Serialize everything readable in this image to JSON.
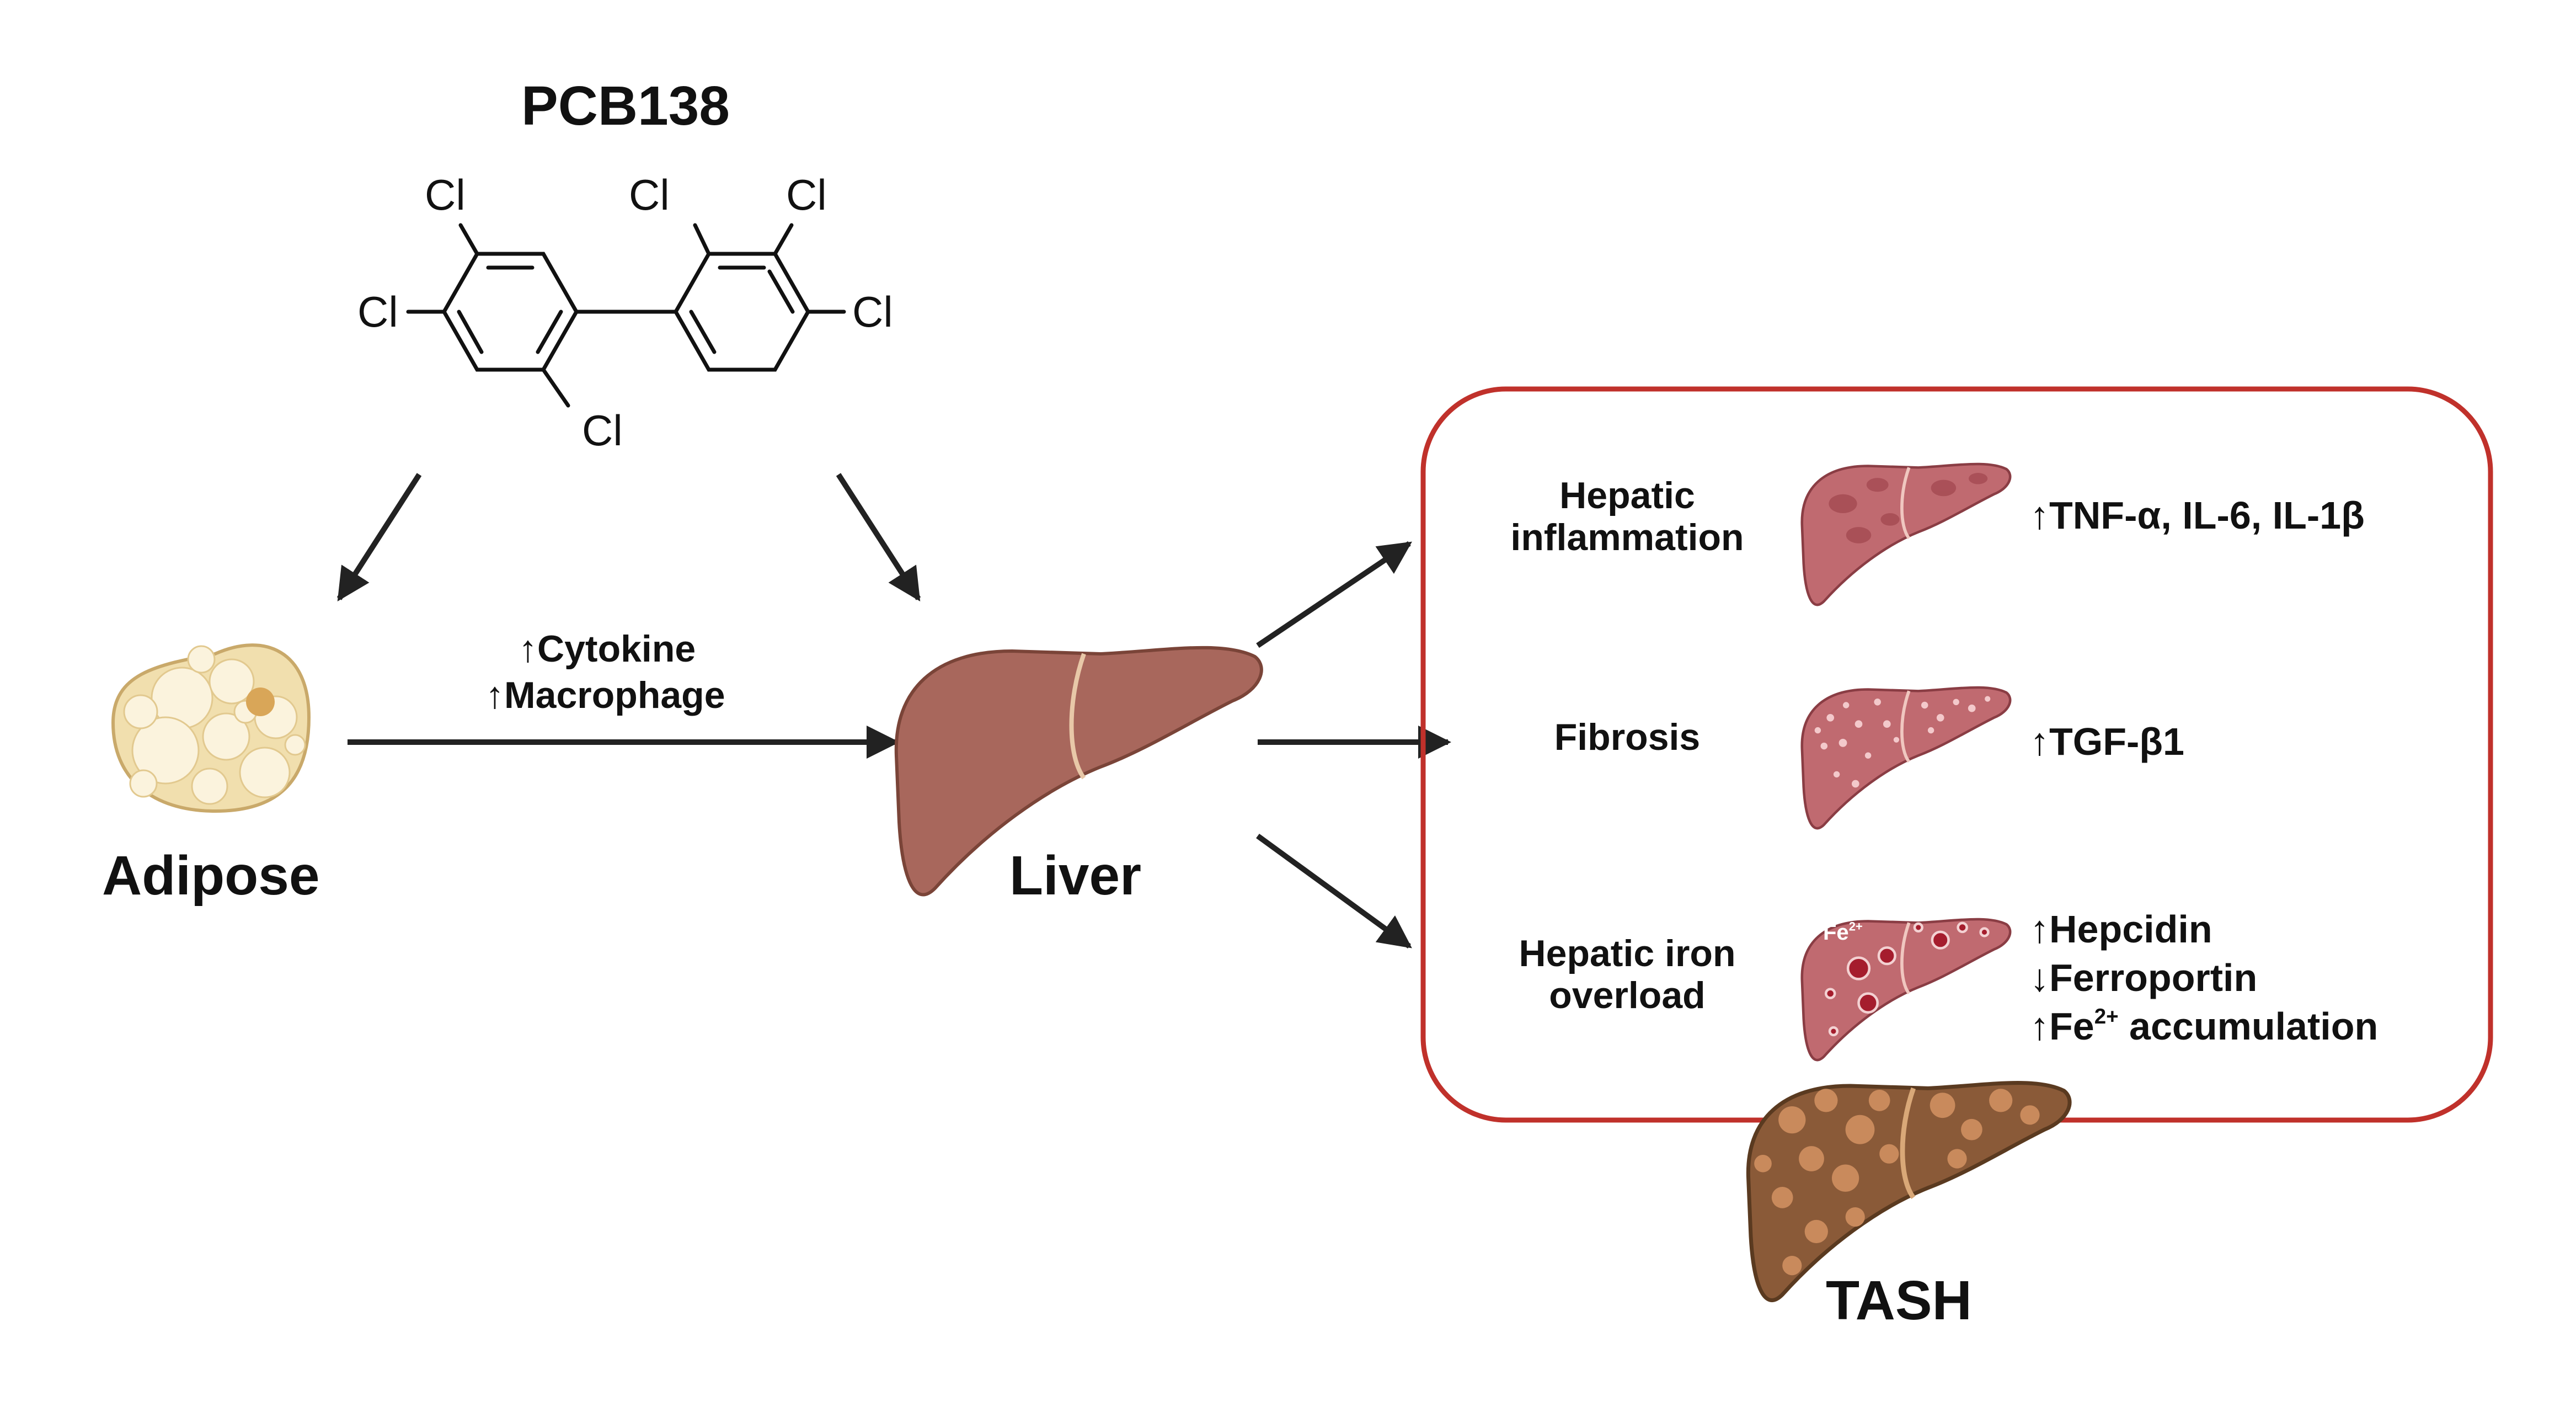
{
  "compound": {
    "name": "PCB138",
    "atoms": [
      "Cl",
      "Cl",
      "Cl",
      "Cl",
      "Cl",
      "Cl"
    ]
  },
  "nodes": {
    "adipose": "Adipose",
    "liver": "Liver",
    "tash": "TASH"
  },
  "arrow_labels": {
    "cytokine": "↑Cytokine",
    "macrophage": "↑Macrophage"
  },
  "outcomes": [
    {
      "name_lines": [
        "Hepatic",
        "inflammation"
      ],
      "markers": [
        {
          "text": "↑TNF-α, IL-6, IL-1β"
        }
      ]
    },
    {
      "name_lines": [
        "Fibrosis"
      ],
      "markers": [
        {
          "text": "↑TGF-β1"
        }
      ]
    },
    {
      "name_lines": [
        "Hepatic iron",
        "overload"
      ],
      "markers": [
        {
          "text": "↑Hepcidin"
        },
        {
          "text": "↓Ferroportin"
        },
        {
          "pre": "↑Fe",
          "sup": "2+",
          "post": " accumulation"
        }
      ],
      "liver_badge": {
        "base": "Fe",
        "sup": "2+"
      }
    }
  ],
  "colors": {
    "box_border": "#c0312b",
    "arrow": "#222222",
    "liver": "#a8675c",
    "liver_diseased": "#c06a70",
    "tash_liver": "#8a5a38",
    "adipose_fill": "#f1dfae",
    "adipose_cell": "#fbf3dd",
    "iron_spot": "#a51d2d"
  }
}
